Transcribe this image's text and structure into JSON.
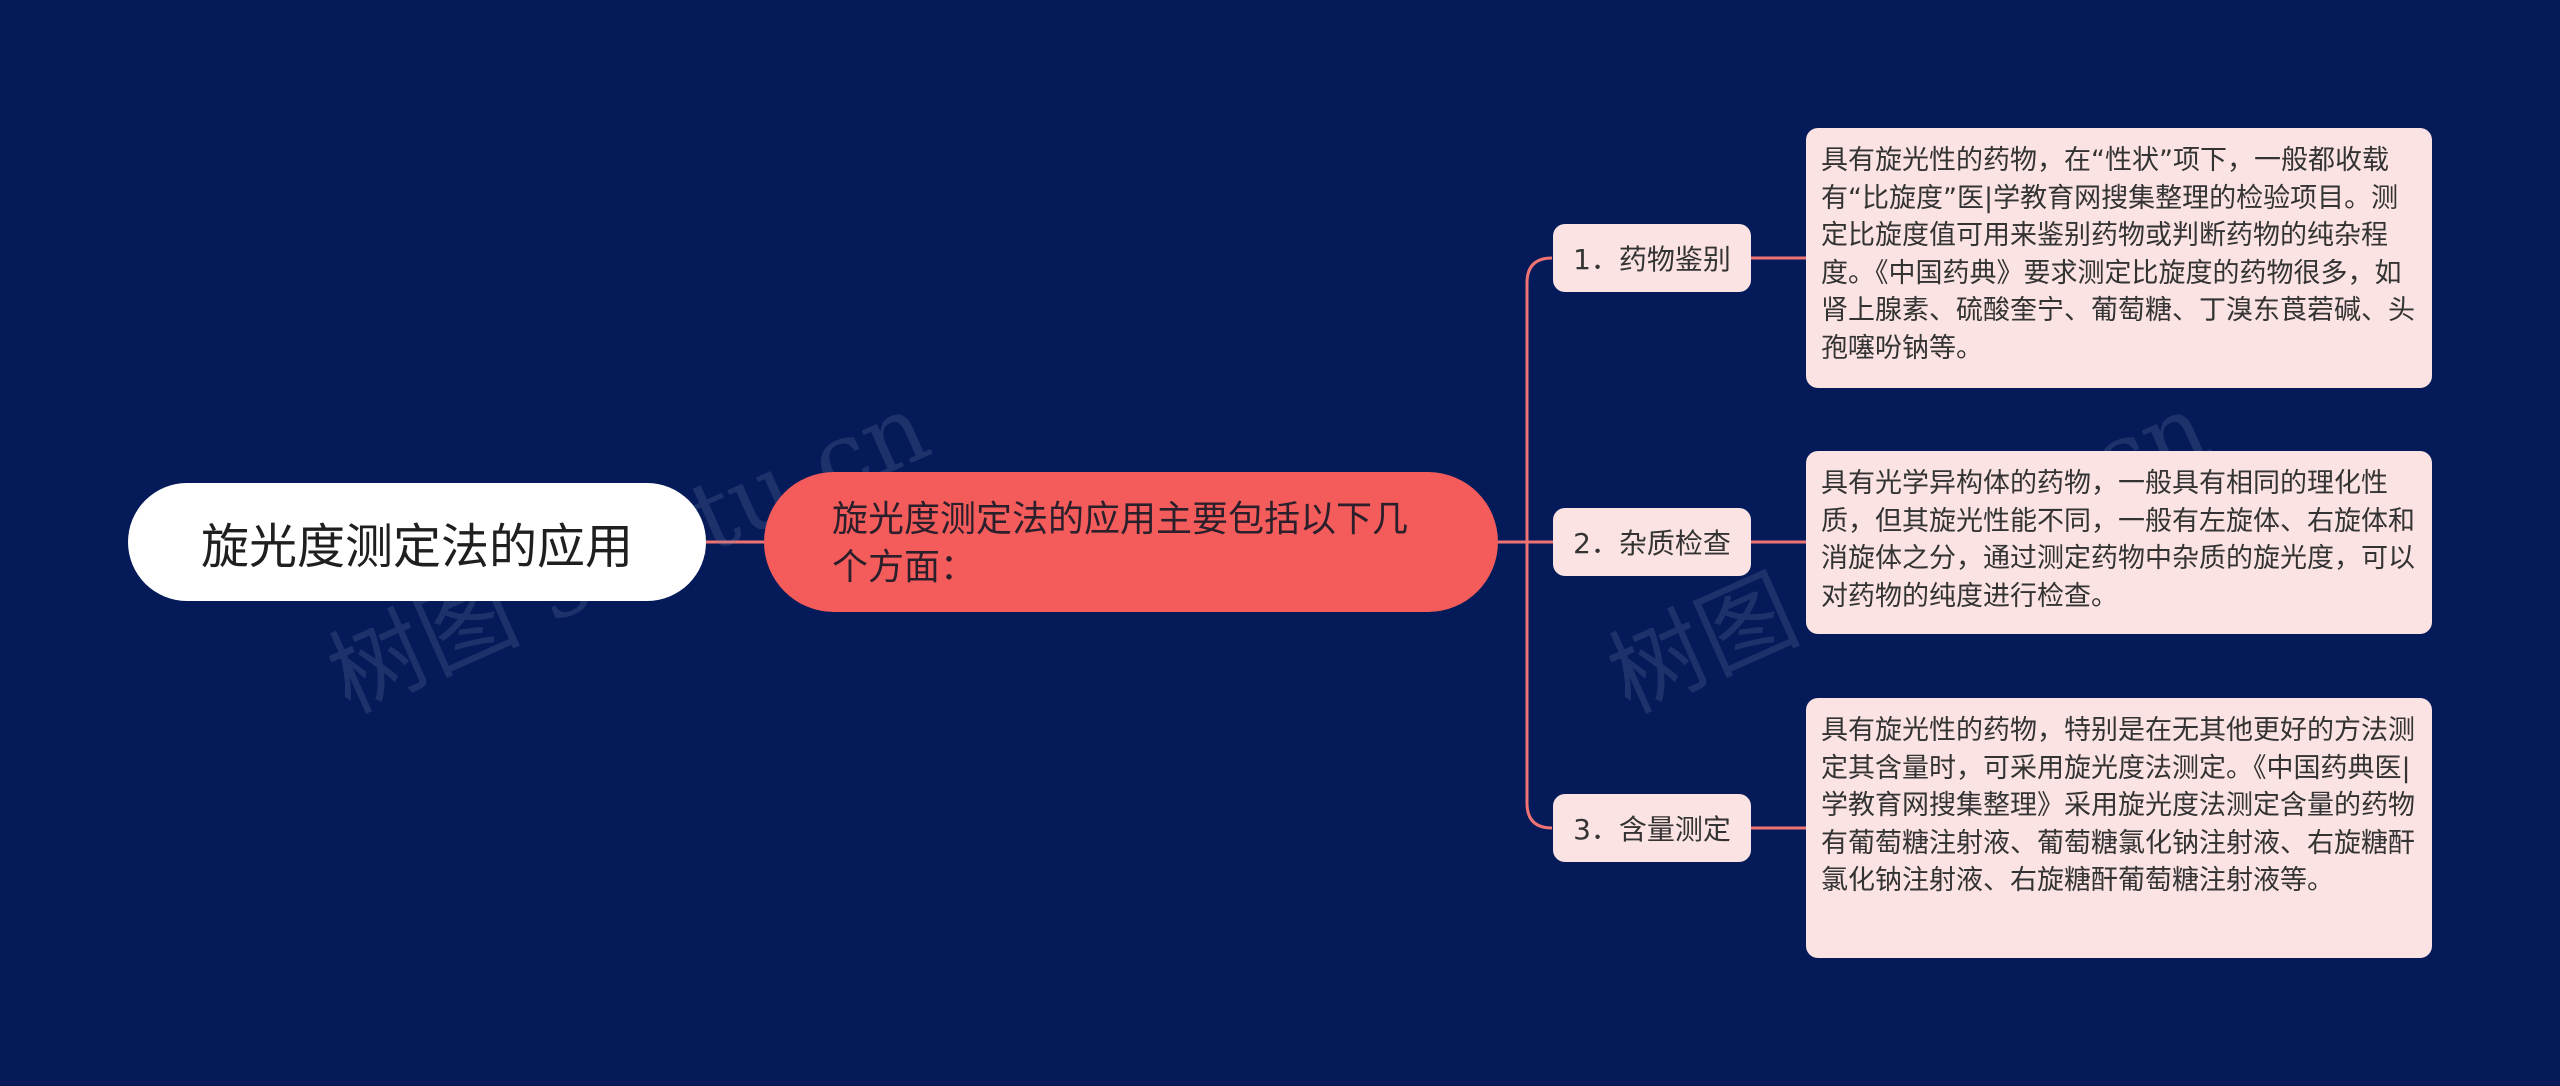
{
  "root": {
    "label": "旋光度测定法的应用"
  },
  "main": {
    "label": "旋光度测定法的应用主要包括以下几个方面："
  },
  "branches": [
    {
      "label": "1．药物鉴别",
      "detail": "具有旋光性的药物，在“性状”项下，一般都收载有“比旋度”医|学教育网搜集整理的检验项目。测定比旋度值可用来鉴别药物或判断药物的纯杂程度。《中国药典》要求测定比旋度的药物很多，如肾上腺素、硫酸奎宁、葡萄糖、丁溴东莨菪碱、头孢噻吩钠等。"
    },
    {
      "label": "2．杂质检查",
      "detail": "具有光学异构体的药物，一般具有相同的理化性质，但其旋光性能不同，一般有左旋体、右旋体和消旋体之分，通过测定药物中杂质的旋光度，可以对药物的纯度进行检查。"
    },
    {
      "label": "3．含量测定",
      "detail": "具有旋光性的药物，特别是在无其他更好的方法测定其含量时，可采用旋光度法测定。《中国药典医|学教育网搜集整理》采用旋光度法测定含量的药物有葡萄糖注射液、葡萄糖氯化钠注射液、右旋糖酐氯化钠注射液、右旋糖酐葡萄糖注射液等。"
    }
  ],
  "watermark": {
    "text": "树图 shutu.cn"
  },
  "colors": {
    "background": "#041a59",
    "root_fill": "#ffffff",
    "main_fill": "#f45c5c",
    "node_fill": "#fbe3e3",
    "connector": "#f07373"
  }
}
